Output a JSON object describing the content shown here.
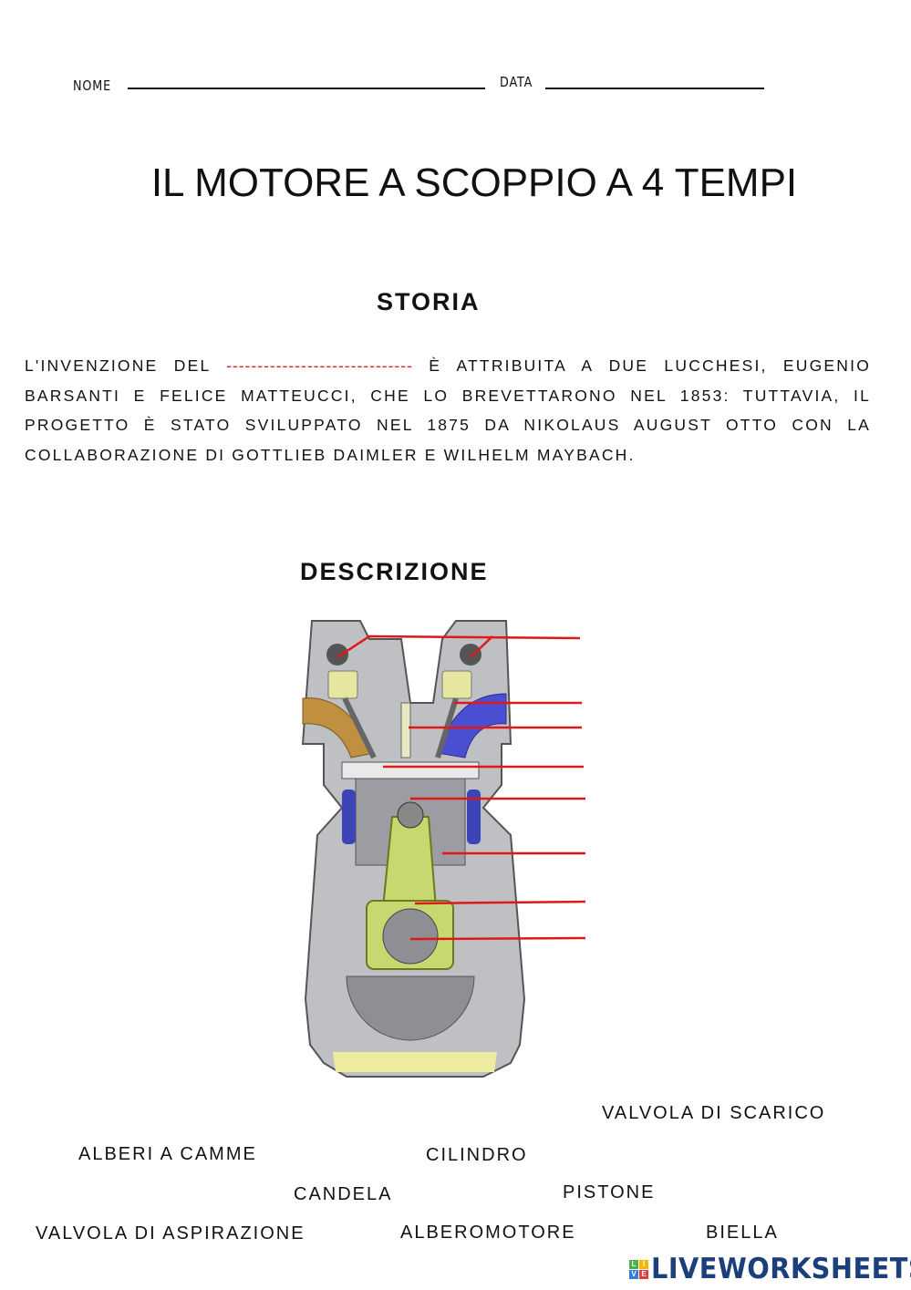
{
  "header": {
    "name_label": "NOME",
    "date_label": "DATA"
  },
  "title": "IL MOTORE A SCOPPIO  A 4 TEMPI",
  "history": {
    "heading": "STORIA",
    "text_before": "L'INVENZIONE DEL",
    "blank": "------------------------------",
    "text_after": "È ATTRIBUITA A DUE LUCCHESI, EUGENIO BARSANTI E FELICE MATTEUCCI, CHE LO BREVETTARONO NEL 1853: TUTTAVIA, IL PROGETTO È STATO SVILUPPATO NEL 1875 DA NIKOLAUS AUGUST OTTO CON LA COLLABORAZIONE DI GOTTLIEB DAIMLER E WILHELM MAYBACH."
  },
  "description": {
    "heading": "DESCRIZIONE"
  },
  "word_bank": [
    "VALVOLA DI SCARICO",
    "ALBERI A CAMME",
    "CILINDRO",
    "CANDELA",
    "PISTONE",
    "VALVOLA DI ASPIRAZIONE",
    "ALBEROMOTORE",
    "BIELLA"
  ],
  "logo": {
    "text": "LIVEWORKSHEETS",
    "cubes": [
      "L",
      "I",
      "V",
      "E"
    ],
    "cube_colors": [
      "#4caf50",
      "#f5b800",
      "#2f7fd8",
      "#e23b3b"
    ]
  }
}
